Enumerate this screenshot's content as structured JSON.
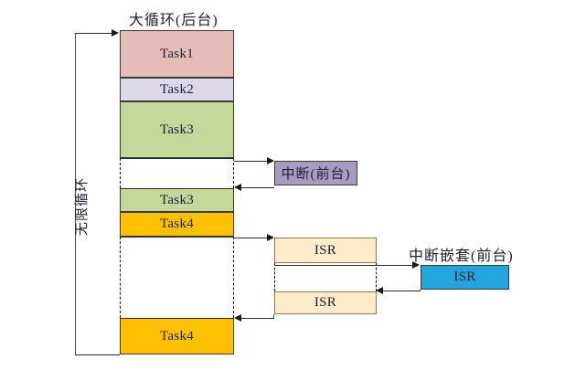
{
  "diagram": {
    "title_main": "大循环(后台)",
    "title_interrupt": "中断嵌套(前台)",
    "loop_label": "无限循环",
    "colors": {
      "task1": "#e6bcb9",
      "task2": "#ddd9e8",
      "task3": "#c5d79b",
      "task4": "#ffc000",
      "interrupt": "#a99ac4",
      "isr": "#fcecc9",
      "isr_nested": "#22a5dd",
      "stroke": "#3a3a3a"
    },
    "main_blocks": [
      {
        "label": "Task1",
        "color_key": "task1"
      },
      {
        "label": "Task2",
        "color_key": "task2"
      },
      {
        "label": "Task3",
        "color_key": "task3"
      },
      {
        "label": "Task3",
        "color_key": "task3"
      },
      {
        "label": "Task4",
        "color_key": "task4"
      },
      {
        "label": "Task4",
        "color_key": "task4"
      }
    ],
    "interrupt_blocks": [
      {
        "label": "中断(前台)",
        "color_key": "interrupt"
      },
      {
        "label": "ISR",
        "color_key": "isr"
      },
      {
        "label": "ISR",
        "color_key": "isr"
      },
      {
        "label": "ISR",
        "color_key": "isr_nested"
      }
    ]
  }
}
